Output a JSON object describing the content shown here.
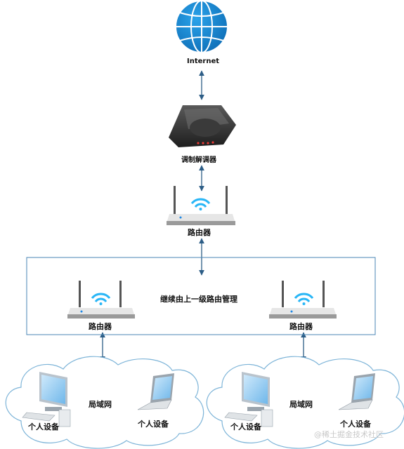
{
  "nodes": {
    "internet": "Internet",
    "modem": "调制解调器",
    "router_top": "路由器",
    "group_label": "继续由上一级路由管理",
    "router_left": "路由器",
    "router_right": "路由器",
    "lan_left": "局域网",
    "lan_right": "局域网",
    "device_left_pc": "个人设备",
    "device_left_laptop": "个人设备",
    "device_right_pc": "个人设备",
    "device_right_laptop": "个人设备"
  },
  "watermark": "@稀土掘金技术社区",
  "colors": {
    "connector": "#2c5d86",
    "globe": "#1b87cf",
    "group_border": "#4a86b5",
    "wifi": "#29b6f6",
    "router_body": "#e6e6e6",
    "router_base": "#9a9a9a"
  }
}
